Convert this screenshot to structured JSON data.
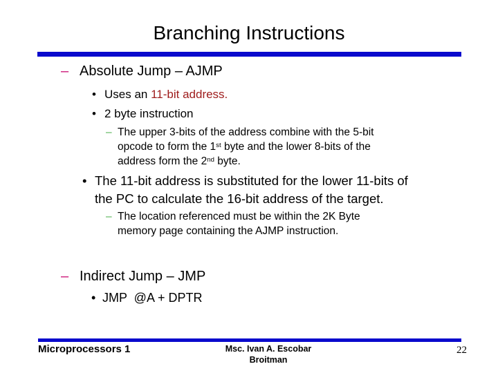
{
  "colors": {
    "rule_blue": "#0a0acd",
    "level1_dash_pink": "#cc1477",
    "level3_dash_green": "#52b152",
    "highlight_dark_red": "#9e1b1b"
  },
  "slide": {
    "title": "Branching Instructions"
  },
  "content": {
    "absolute_jump": {
      "bullet": "–",
      "text": "Absolute Jump – AJMP"
    },
    "uses_address": {
      "bullet": "•",
      "prefix": "Uses an ",
      "highlight": "11-bit address."
    },
    "two_byte": {
      "bullet": "•",
      "text": "2 byte instruction"
    },
    "upper_bits": {
      "bullet": "–",
      "line1": "The upper 3-bits of the address combine with the 5-bit",
      "line2_a": "opcode to form the 1",
      "line2_sup": "st",
      "line2_b": " byte and the lower 8-bits of the",
      "line3_a": "address form the 2",
      "line3_sup": "nd",
      "line3_b": " byte."
    },
    "substituted": {
      "bullet": "•",
      "line1": "The 11-bit address is substituted for the lower 11-bits of",
      "line2": "the PC to calculate the 16-bit address of the target."
    },
    "location": {
      "bullet": "–",
      "line1": "The location referenced must be within the 2K Byte",
      "line2": "memory page containing the AJMP instruction."
    },
    "indirect_jump": {
      "bullet": "–",
      "text": "Indirect Jump – JMP"
    },
    "jmp_dptr": {
      "bullet": "•",
      "text": "JMP  @A + DPTR"
    }
  },
  "footer": {
    "course": "Microprocessors 1",
    "author_line1": "Msc. Ivan A. Escobar",
    "author_line2": "Broitman",
    "page_number": "22"
  }
}
